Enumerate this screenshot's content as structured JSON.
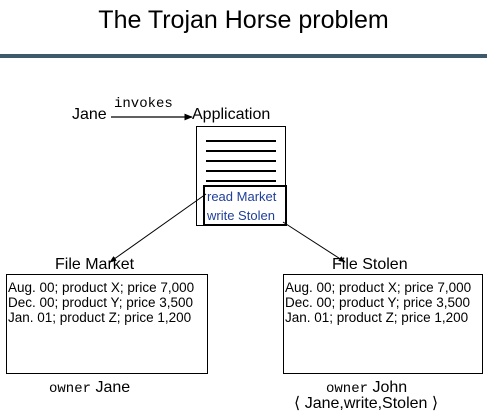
{
  "title": "The Trojan Horse problem",
  "invocation": {
    "user": "Jane",
    "verb": "invokes",
    "program": "Application"
  },
  "application": {
    "code_lines": [
      "read Market",
      "write Stolen"
    ]
  },
  "files": [
    {
      "name": "File Market",
      "rows": [
        "Aug. 00; product X; price 7,000",
        "Dec. 00; product Y; price 3,500",
        "Jan. 01; product Z; price 1,200"
      ],
      "owner_keyword": "owner",
      "owner_name": "Jane",
      "acl": ""
    },
    {
      "name": "File Stolen",
      "rows": [
        "Aug. 00; product X; price 7,000",
        "Dec. 00; product Y; price 3,500",
        "Jan. 01; product Z; price 1,200"
      ],
      "owner_keyword": "owner",
      "owner_name": "John",
      "acl": "⟨ Jane,write,Stolen ⟩"
    }
  ],
  "colors": {
    "rule": "#3d5a6c",
    "code_text": "#1f3f9a"
  }
}
